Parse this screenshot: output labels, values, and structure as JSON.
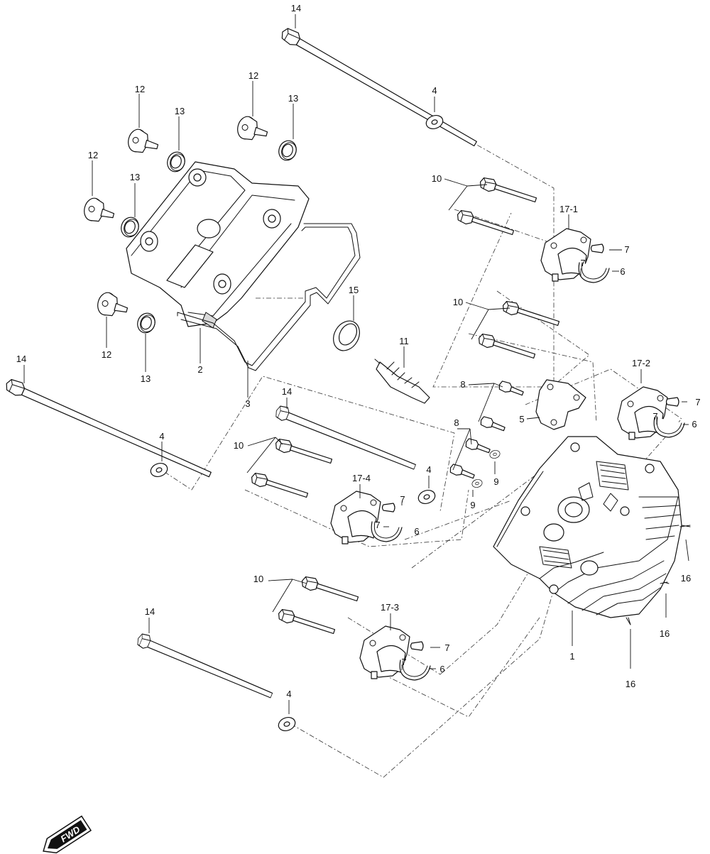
{
  "labels": {
    "l14_top": "14",
    "l4_top": "4",
    "l12_a": "12",
    "l13_a": "13",
    "l12_b": "12",
    "l13_b": "13",
    "l12_c": "12",
    "l13_c": "13",
    "l12_d": "12",
    "l13_d": "13",
    "l2": "2",
    "l3": "3",
    "l15": "15",
    "l11": "11",
    "l10_a": "10",
    "l17_1": "17-1",
    "l7_a1": "7",
    "l7_a2": "7",
    "l6_a": "6",
    "l10_b": "10",
    "l17_2": "17-2",
    "l7_b1": "7",
    "l7_b2": "7",
    "l6_b": "6",
    "l8_a": "8",
    "l5": "5",
    "l14_left": "14",
    "l4_left": "4",
    "l14_mid": "14",
    "l10_c": "10",
    "l8_b": "8",
    "l9_a": "9",
    "l9_b": "9",
    "l4_mid": "4",
    "l17_4": "17-4",
    "l7_c1": "7",
    "l7_c2": "7",
    "l6_c": "6",
    "l16_a": "16",
    "l16_b": "16",
    "l16_c": "16",
    "l1": "1",
    "l10_d": "10",
    "l17_3": "17-3",
    "l7_d1": "7",
    "l7_d2": "7",
    "l6_d": "6",
    "l14_bot": "14",
    "l4_bot": "4"
  },
  "fwd": "FWD",
  "icons": {
    "direction": "fwd-arrow-icon"
  }
}
